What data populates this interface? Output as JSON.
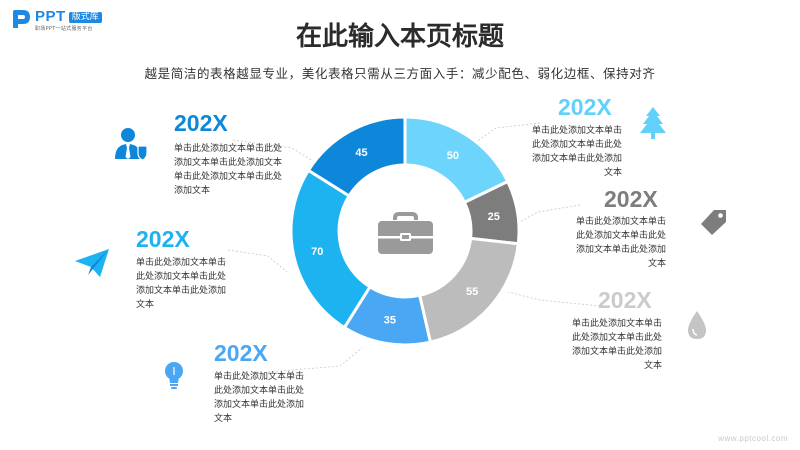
{
  "logo": {
    "brand": "PPT",
    "tag": "版式库",
    "slogan": "职场PPT一站式服务平台"
  },
  "title": "在此输入本页标题",
  "subtitle": "越是简洁的表格越显专业，美化表格只需从三方面入手：减少配色、弱化边框、保持对齐",
  "colors": {
    "dark_blue": "#0d87d9",
    "mid_blue": "#1cb3f0",
    "light_blue": "#5fd1fb",
    "sky_blue": "#4aa7f4",
    "dark_gray": "#7d7d7d",
    "light_gray": "#bcbcbc",
    "faint_gray": "#cbcbcb"
  },
  "chart_data": {
    "type": "pie",
    "donut": true,
    "center_icon": "briefcase-icon",
    "series": [
      {
        "value": 50,
        "color": "#6dd4fb"
      },
      {
        "value": 25,
        "color": "#7d7d7d"
      },
      {
        "value": 55,
        "color": "#bcbcbc"
      },
      {
        "value": 35,
        "color": "#4aa7f4"
      },
      {
        "value": 70,
        "color": "#1cb3f0"
      },
      {
        "value": 45,
        "color": "#0d87d9"
      }
    ]
  },
  "callouts": [
    {
      "year": "202X",
      "text": "单击此处添加文本单击此处添加文本单击此处添加文本单击此处添加文本单击此处添加文本",
      "icon": "user-tie-icon",
      "color": "#0d87d9"
    },
    {
      "year": "202X",
      "text": "单击此处添加文本单击此处添加文本单击此处添加文本单击此处添加文本",
      "icon": "paper-plane-icon",
      "color": "#1cb3f0"
    },
    {
      "year": "202X",
      "text": "单击此处添加文本单击此处添加文本单击此处添加文本单击此处添加文本",
      "icon": "lightbulb-icon",
      "color": "#4aa7f4"
    },
    {
      "year": "202X",
      "text": "单击此处添加文本单击此处添加文本单击此处添加文本单击此处添加文本",
      "icon": "tree-icon",
      "color": "#5fd1fb"
    },
    {
      "year": "202X",
      "text": "单击此处添加文本单击此处添加文本单击此处添加文本单击此处添加文本",
      "icon": "price-tag-icon",
      "color": "#7d7d7d"
    },
    {
      "year": "202X",
      "text": "单击此处添加文本单击此处添加文本单击此处添加文本单击此处添加文本",
      "icon": "water-drop-icon",
      "color": "#cbcbcb"
    }
  ],
  "watermark": "www.pptcool.com"
}
